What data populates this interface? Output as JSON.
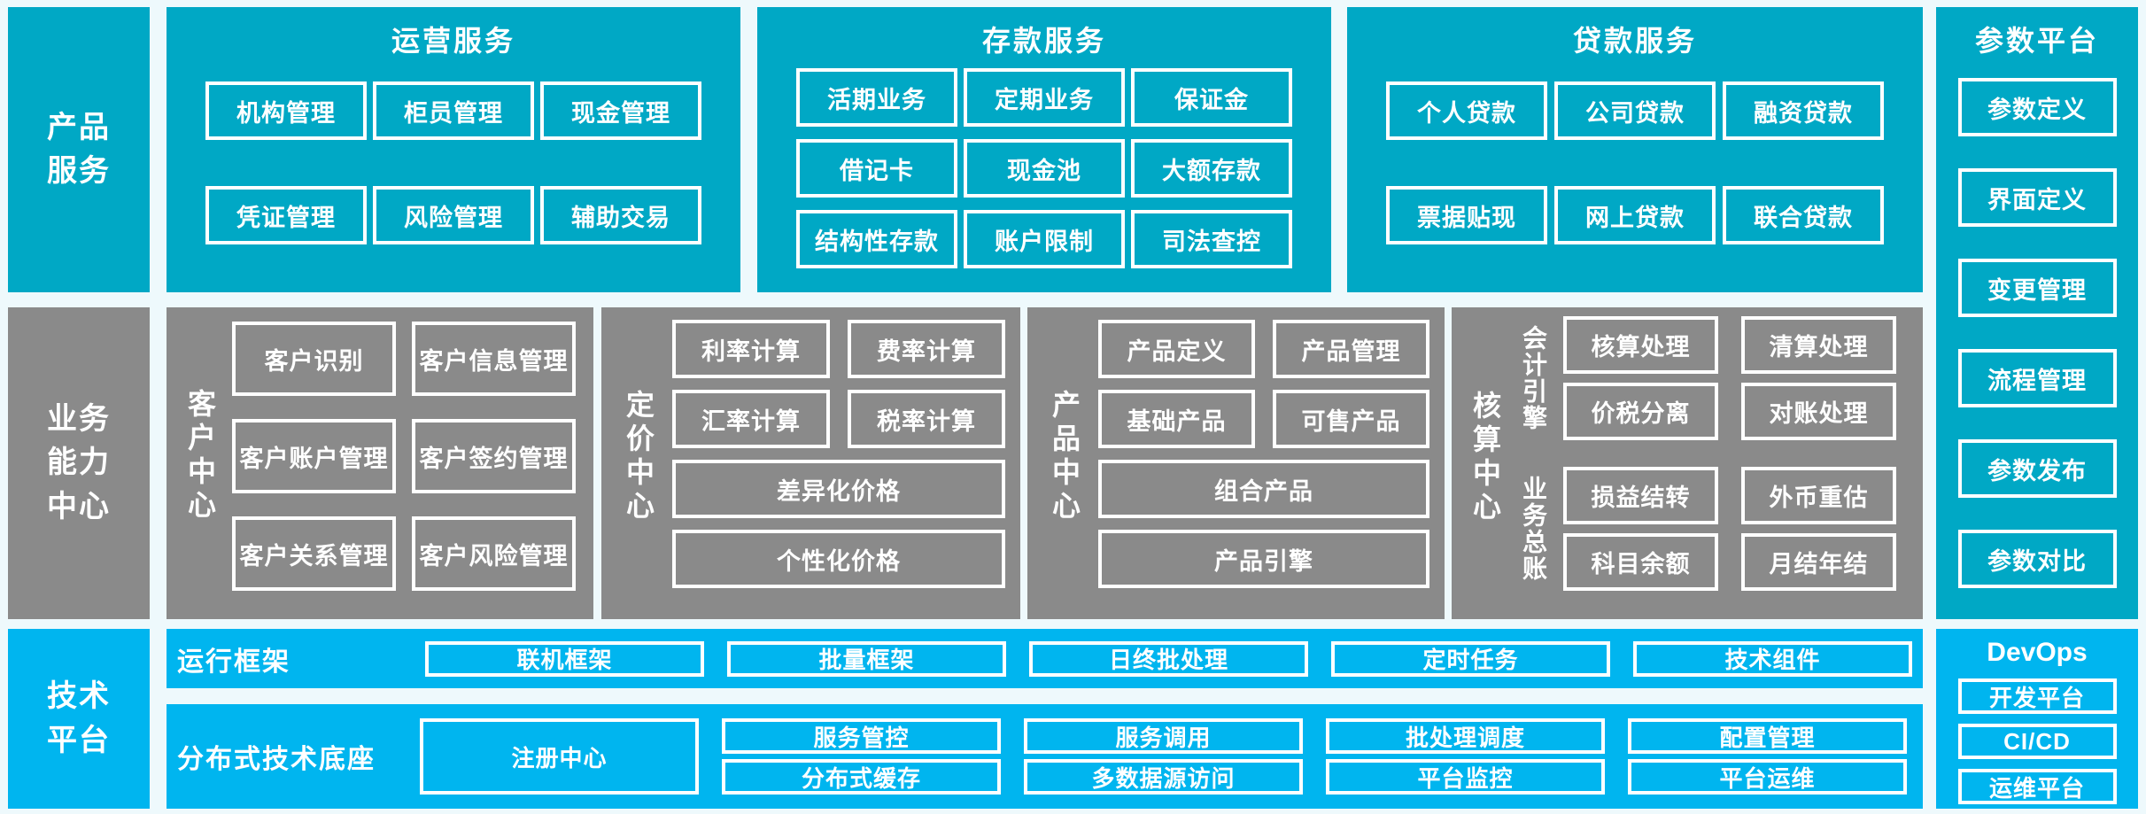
{
  "palette": {
    "teal": "#00a8c5",
    "gray": "#8a8a8a",
    "blue": "#00b5ef",
    "background": "#eef9fc",
    "box_border": "#ffffff"
  },
  "sidebars": {
    "products": "产品\n服务",
    "business": "业务\n能力\n中心",
    "tech": "技术\n平台"
  },
  "sections": {
    "operations": {
      "title": "运营服务",
      "boxes": [
        "机构管理",
        "柜员管理",
        "现金管理",
        "凭证管理",
        "风险管理",
        "辅助交易"
      ]
    },
    "deposits": {
      "title": "存款服务",
      "boxes": [
        "活期业务",
        "定期业务",
        "保证金",
        "借记卡",
        "现金池",
        "大额存款",
        "结构性存款",
        "账户限制",
        "司法查控"
      ]
    },
    "loans": {
      "title": "贷款服务",
      "boxes": [
        "个人贷款",
        "公司贷款",
        "融资贷款",
        "票据贴现",
        "网上贷款",
        "联合贷款"
      ]
    },
    "params": {
      "title": "参数平台",
      "boxes": [
        "参数定义",
        "界面定义",
        "变更管理",
        "流程管理",
        "参数发布",
        "参数对比"
      ]
    },
    "customer": {
      "label": "客户中心",
      "boxes": [
        "客户识别",
        "客户信息管理",
        "客户账户管理",
        "客户签约管理",
        "客户关系管理",
        "客户风险管理"
      ]
    },
    "pricing": {
      "label": "定价中心",
      "small_boxes": [
        "利率计算",
        "费率计算",
        "汇率计算",
        "税率计算"
      ],
      "wide_boxes": [
        "差异化价格",
        "个性化价格"
      ]
    },
    "product": {
      "label": "产品中心",
      "small_boxes": [
        "产品定义",
        "产品管理",
        "基础产品",
        "可售产品"
      ],
      "wide_boxes": [
        "组合产品",
        "产品引擎"
      ]
    },
    "accounting": {
      "label": "核算中心",
      "groups": [
        {
          "label": "会计引擎",
          "boxes": [
            "核算处理",
            "清算处理",
            "价税分离",
            "对账处理"
          ]
        },
        {
          "label": "业务总账",
          "boxes": [
            "损益结转",
            "外币重估",
            "科目余额",
            "月结年结"
          ]
        }
      ]
    },
    "runtime": {
      "label": "运行框架",
      "boxes": [
        "联机框架",
        "批量框架",
        "日终批处理",
        "定时任务",
        "技术组件"
      ]
    },
    "distributed": {
      "label": "分布式技术底座",
      "tall_box": "注册中心",
      "grid": [
        "服务管控",
        "服务调用",
        "批处理调度",
        "配置管理",
        "分布式缓存",
        "多数据源访问",
        "平台监控",
        "平台运维"
      ]
    },
    "devops": {
      "title": "DevOps",
      "boxes": [
        "开发平台",
        "CI/CD",
        "运维平台"
      ]
    }
  }
}
